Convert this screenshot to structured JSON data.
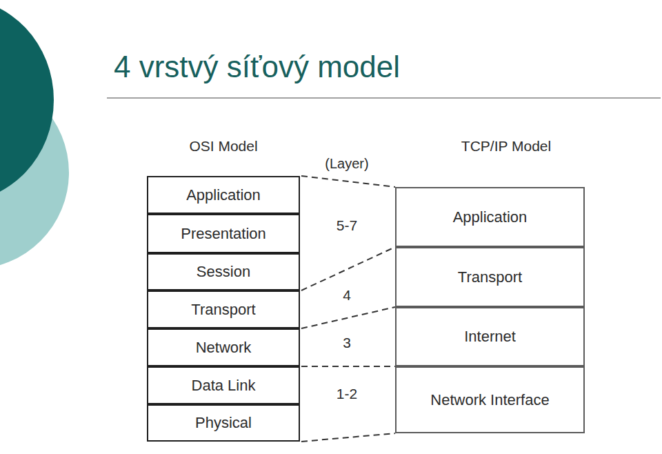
{
  "diagram": {
    "title": "4 vrstvý síťový model",
    "nodes": [
      {
        "text": [
          "Application"
        ]
      },
      {
        "text": [
          "Presentation"
        ]
      },
      {
        "text": [
          "Session"
        ]
      },
      {
        "text": [
          "Transport"
        ]
      },
      {
        "text": [
          "Network"
        ]
      },
      {
        "text": [
          "Data Link"
        ]
      },
      {
        "text": [
          "Physical"
        ]
      },
      {
        "text": [
          "Application"
        ]
      },
      {
        "text": [
          "Transport"
        ]
      },
      {
        "text": [
          "Internet"
        ]
      },
      {
        "text": [
          "Network Interface"
        ]
      }
    ],
    "labels": [
      "OSI Model",
      "TCP/IP Model",
      "(Layer)",
      "5-7",
      "4",
      "3",
      "1-2"
    ]
  }
}
